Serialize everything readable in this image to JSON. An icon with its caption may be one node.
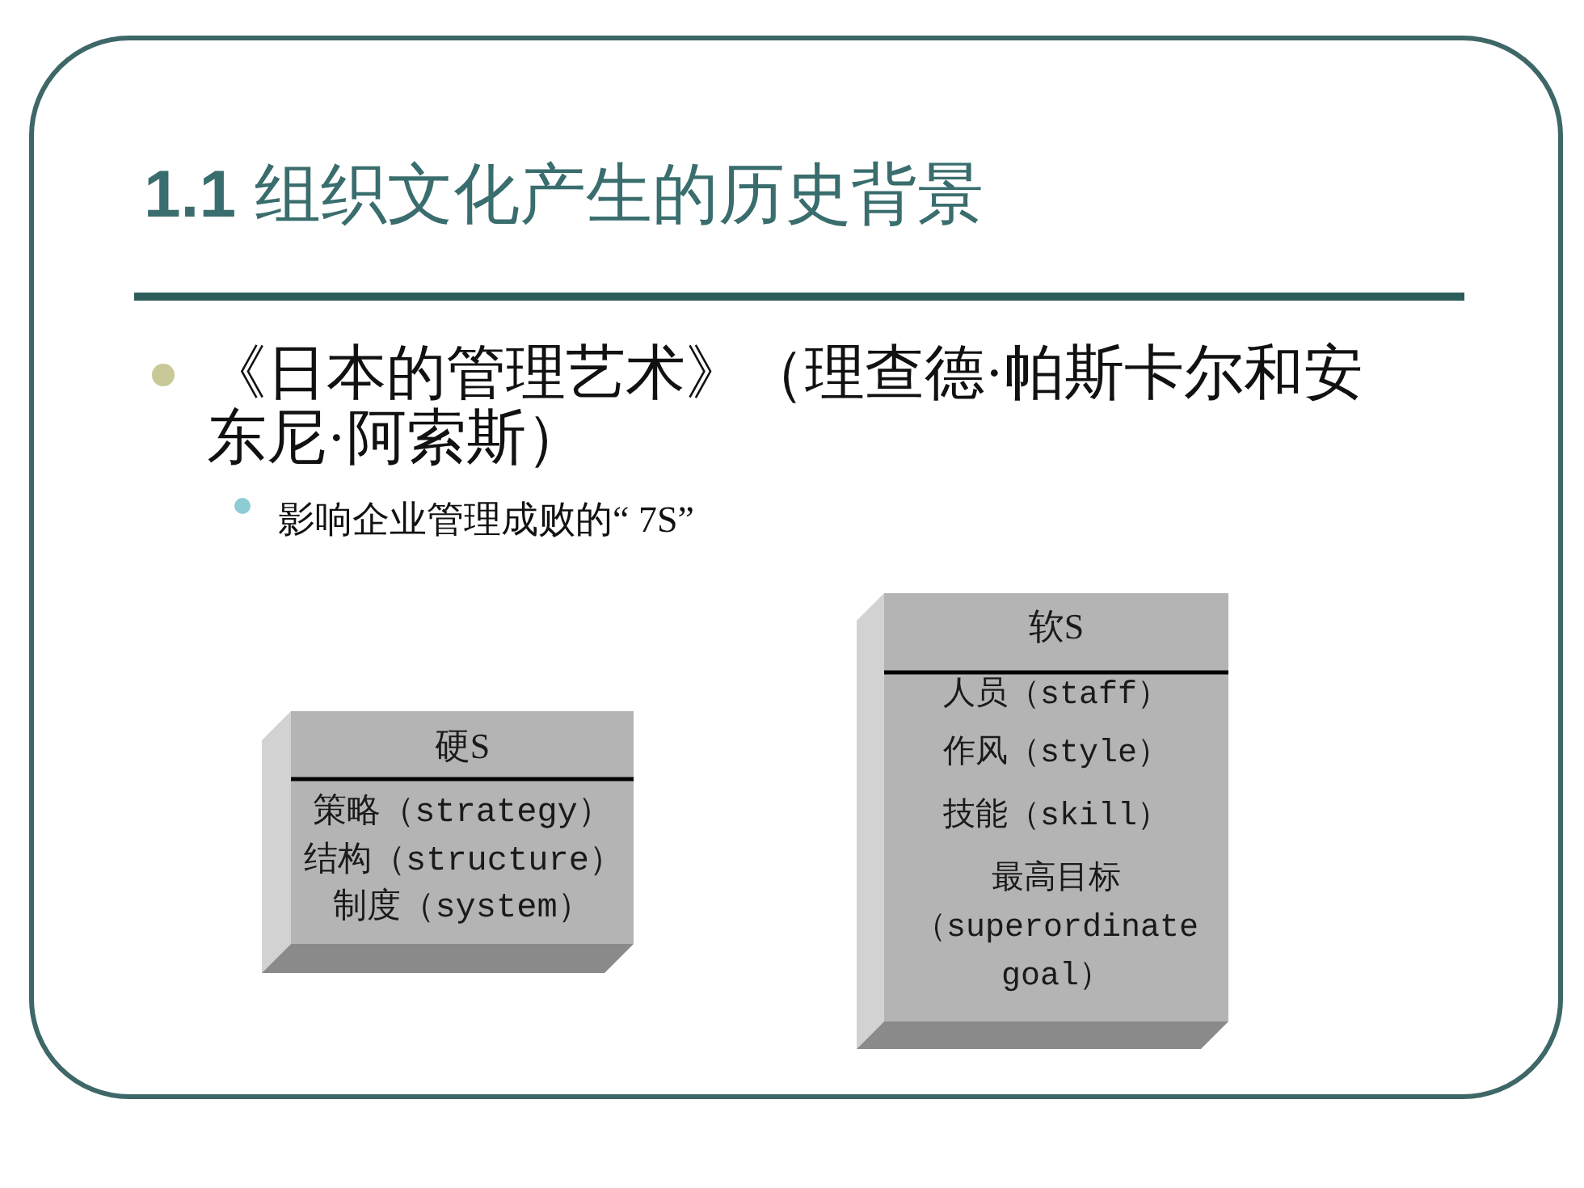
{
  "diagram": {
    "title": "**1.1** 组织文化产生的历史背景",
    "nodes": [
      {
        "text": [
          "硬S",
          "策略（strategy）",
          "结构（structure）",
          "制度（system）"
        ]
      },
      {
        "text": [
          "软S",
          "人员（staff）",
          "作风（style）",
          "技能（skill）",
          "最高目标（superordinate goal）"
        ]
      }
    ],
    "labels": [
      "《日本的管理艺术》（理查德·帕斯卡尔和安东尼·阿索斯）",
      "影响企业管理成败的“ 7S”"
    ]
  }
}
